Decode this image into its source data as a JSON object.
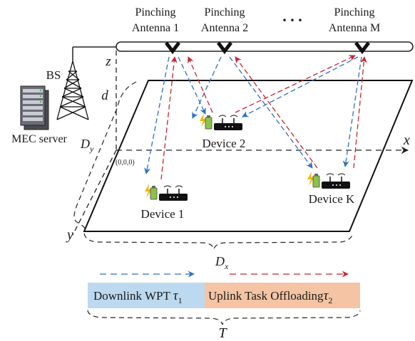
{
  "antennas": [
    {
      "line1": "Pinching",
      "line2": "Antenna 1"
    },
    {
      "line1": "Pinching",
      "line2": "Antenna 2"
    },
    {
      "line1": "Pinching",
      "line2": "Antenna M"
    }
  ],
  "ellipsis": ". . .",
  "bs_label": "BS",
  "mec_label": "MEC server",
  "axis": {
    "z": "z",
    "d": "d",
    "x": "x",
    "y": "y",
    "dy": "D",
    "dy_sub": "y",
    "dx": "D",
    "dx_sub": "x"
  },
  "origin_label": "(0,0,0)",
  "devices": [
    "Device 1",
    "Device 2",
    "Device K"
  ],
  "timeline": {
    "downlink_label": "Downlink WPT ",
    "downlink_sym": "τ",
    "downlink_sub": "1",
    "uplink_label": "Uplink Task Offloading",
    "uplink_sym": "τ",
    "uplink_sub": "2",
    "total_label": "T"
  },
  "colors": {
    "downlink": "#2e6fc4",
    "uplink": "#c8242c",
    "downlink_bg": "#bcd9ef",
    "uplink_bg": "#f4c4a4"
  }
}
